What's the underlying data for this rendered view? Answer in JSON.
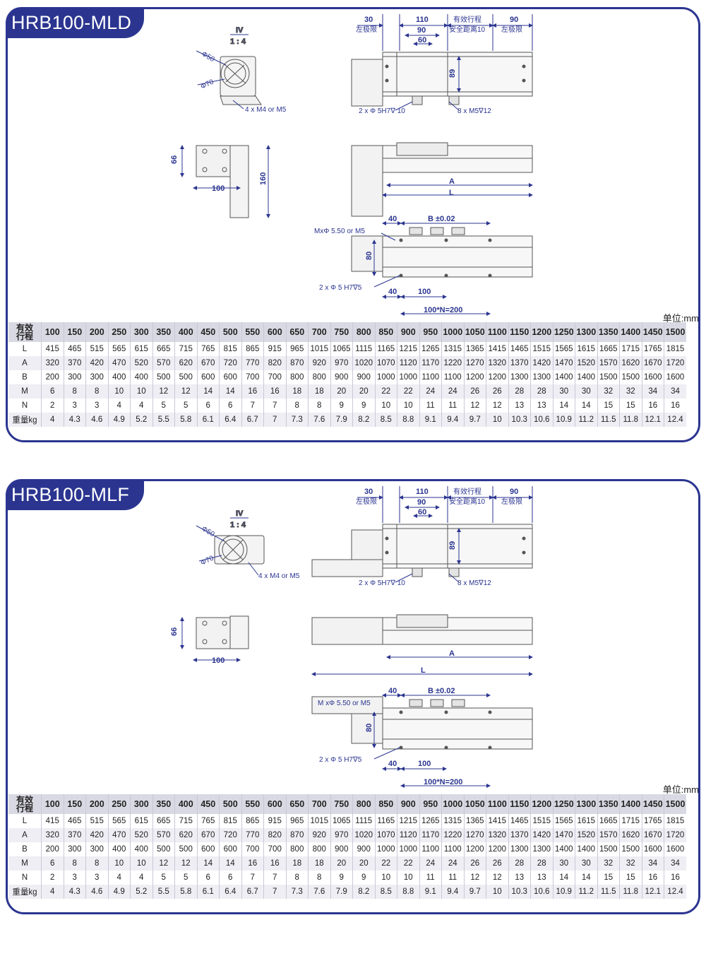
{
  "sections": [
    {
      "title": "HRB100-MLD",
      "view_label": "IV",
      "scale": "1 : 4",
      "dims": {
        "d50": "Φ50",
        "d70": "Φ70",
        "screw": "4 x  M4 or M5",
        "left_limit_val": "30",
        "left_limit": "左极限",
        "carriage": "110",
        "carriage_inner": "90",
        "carriage_holes": "60",
        "stroke": "有效行程",
        "safety": "安全距离10",
        "right_limit_val": "90",
        "right_limit": "左极限",
        "height": "89",
        "pin": "2 x Φ  5H7∇ 10",
        "tap": "8 x  M5∇12",
        "side_h": "66",
        "side_w": "100",
        "side_total": "160",
        "a": "A",
        "l": "L",
        "base_40": "40",
        "base_b": "B ±0.02",
        "base_m": "MxΦ 5.50 or M5",
        "base_80": "80",
        "base_pin": "2 x Φ 5 H7∇5",
        "base_40b": "40",
        "base_100": "100",
        "base_n": "100*N=200"
      },
      "unit": "单位:mm"
    },
    {
      "title": "HRB100-MLF",
      "view_label": "IV",
      "scale": "1 : 4",
      "dims": {
        "d50": "Φ50",
        "d70": "Φ70",
        "screw": "4 x  M4 or M5",
        "left_limit_val": "30",
        "left_limit": "左极限",
        "carriage": "110",
        "carriage_inner": "90",
        "carriage_holes": "60",
        "stroke": "有效行程",
        "safety": "安全距离10",
        "right_limit_val": "90",
        "right_limit": "左极限",
        "height": "89",
        "pin": "2 x Φ  5H7∇ 10",
        "tap": "8 x  M5∇12",
        "side_h": "66",
        "side_w": "100",
        "a": "A",
        "l": "L",
        "base_40": "40",
        "base_b": "B ±0.02",
        "base_m": "M xΦ 5.50 or M5",
        "base_80": "80",
        "base_pin": "2 x Φ 5 H7∇5",
        "base_40b": "40",
        "base_100": "100",
        "base_n": "100*N=200"
      },
      "unit": "单位:mm"
    }
  ],
  "table": {
    "header_label": "有效行程",
    "strokes": [
      "100",
      "150",
      "200",
      "250",
      "300",
      "350",
      "400",
      "450",
      "500",
      "550",
      "600",
      "650",
      "700",
      "750",
      "800",
      "850",
      "900",
      "950",
      "1000",
      "1050",
      "1100",
      "1150",
      "1200",
      "1250",
      "1300",
      "1350",
      "1400",
      "1450",
      "1500"
    ],
    "rows": [
      {
        "label": "L",
        "values": [
          "415",
          "465",
          "515",
          "565",
          "615",
          "665",
          "715",
          "765",
          "815",
          "865",
          "915",
          "965",
          "1015",
          "1065",
          "1115",
          "1165",
          "1215",
          "1265",
          "1315",
          "1365",
          "1415",
          "1465",
          "1515",
          "1565",
          "1615",
          "1665",
          "1715",
          "1765",
          "1815"
        ]
      },
      {
        "label": "A",
        "values": [
          "320",
          "370",
          "420",
          "470",
          "520",
          "570",
          "620",
          "670",
          "720",
          "770",
          "820",
          "870",
          "920",
          "970",
          "1020",
          "1070",
          "1120",
          "1170",
          "1220",
          "1270",
          "1320",
          "1370",
          "1420",
          "1470",
          "1520",
          "1570",
          "1620",
          "1670",
          "1720"
        ]
      },
      {
        "label": "B",
        "values": [
          "200",
          "300",
          "300",
          "400",
          "400",
          "500",
          "500",
          "600",
          "600",
          "700",
          "700",
          "800",
          "800",
          "900",
          "900",
          "1000",
          "1000",
          "1100",
          "1100",
          "1200",
          "1200",
          "1300",
          "1300",
          "1400",
          "1400",
          "1500",
          "1500",
          "1600",
          "1600"
        ]
      },
      {
        "label": "M",
        "values": [
          "6",
          "8",
          "8",
          "10",
          "10",
          "12",
          "12",
          "14",
          "14",
          "16",
          "16",
          "18",
          "18",
          "20",
          "20",
          "22",
          "22",
          "24",
          "24",
          "26",
          "26",
          "28",
          "28",
          "30",
          "30",
          "32",
          "32",
          "34",
          "34"
        ]
      },
      {
        "label": "N",
        "values": [
          "2",
          "3",
          "3",
          "4",
          "4",
          "5",
          "5",
          "6",
          "6",
          "7",
          "7",
          "8",
          "8",
          "9",
          "9",
          "10",
          "10",
          "11",
          "11",
          "12",
          "12",
          "13",
          "13",
          "14",
          "14",
          "15",
          "15",
          "16",
          "16"
        ]
      },
      {
        "label": "重量kg",
        "values": [
          "4",
          "4.3",
          "4.6",
          "4.9",
          "5.2",
          "5.5",
          "5.8",
          "6.1",
          "6.4",
          "6.7",
          "7",
          "7.3",
          "7.6",
          "7.9",
          "8.2",
          "8.5",
          "8.8",
          "9.1",
          "9.4",
          "9.7",
          "10",
          "10.3",
          "10.6",
          "10.9",
          "11.2",
          "11.5",
          "11.8",
          "12.1",
          "12.4"
        ]
      }
    ]
  },
  "colors": {
    "brand": "#2b3590",
    "line": "#555555",
    "header_row": "#d9d9e3",
    "alt_row": "#eeeef4"
  }
}
